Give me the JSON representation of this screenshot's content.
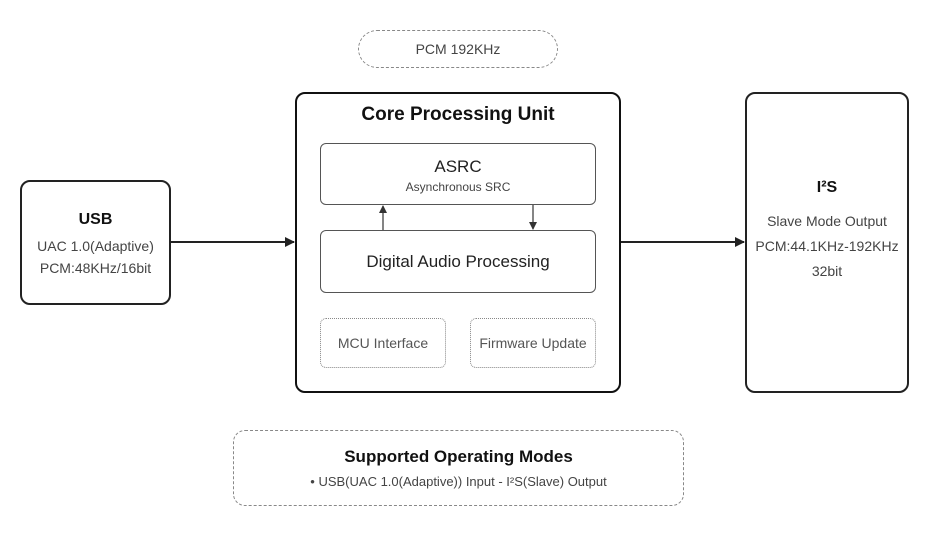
{
  "pcm_pill": {
    "label": "PCM 192KHz"
  },
  "usb": {
    "title": "USB",
    "line1": "UAC 1.0(Adaptive)",
    "line2": "PCM:48KHz/16bit"
  },
  "core": {
    "title": "Core Processing Unit",
    "asrc": {
      "title": "ASRC",
      "subtitle": "Asynchronous SRC"
    },
    "dap": {
      "label": "Digital Audio Processing"
    },
    "mcu": {
      "label": "MCU Interface"
    },
    "firmware": {
      "label": "Firmware Update"
    }
  },
  "i2s": {
    "title": "I²S",
    "line1": "Slave Mode Output",
    "line2": "PCM:44.1KHz-192KHz",
    "line3": "32bit"
  },
  "modes": {
    "title": "Supported Operating Modes",
    "item": "• USB(UAC 1.0(Adaptive)) Input - I²S(Slave) Output"
  },
  "colors": {
    "stroke_dark": "#222222",
    "stroke_dashed": "#888888",
    "text_secondary": "#444444"
  }
}
